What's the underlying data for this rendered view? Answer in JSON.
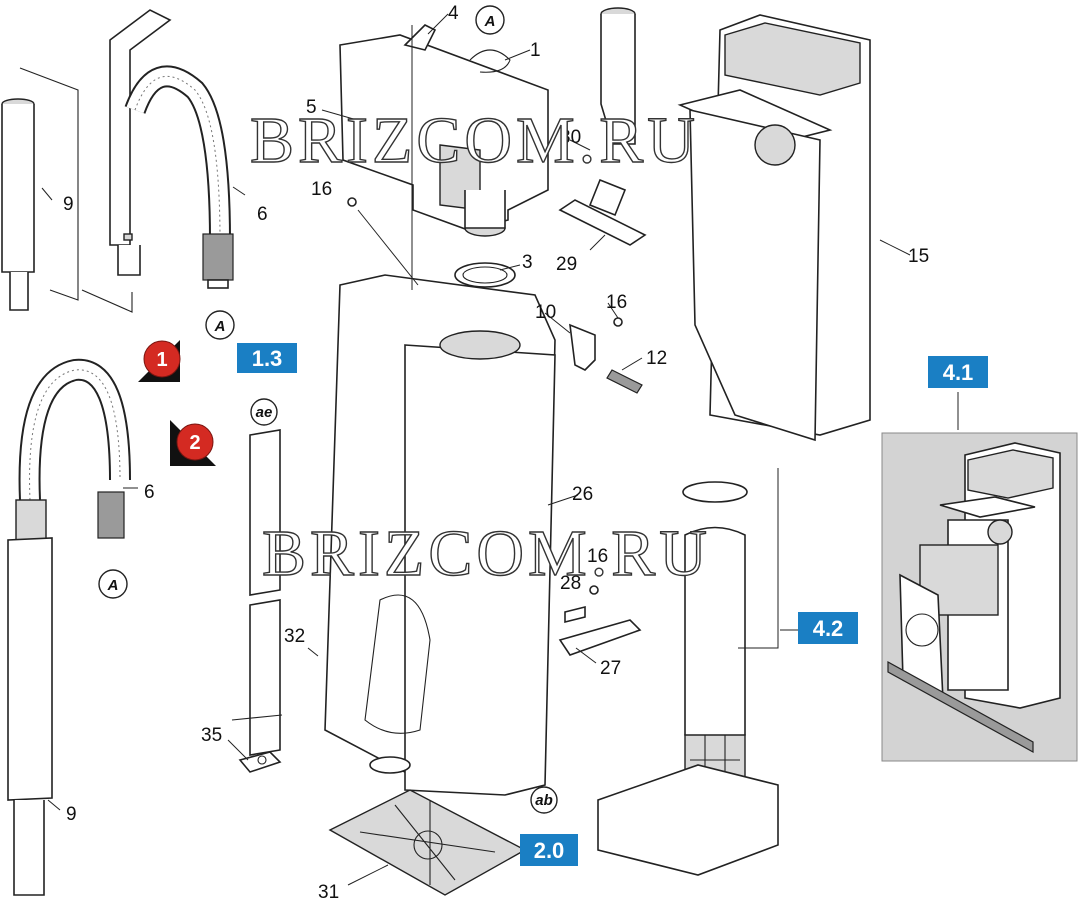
{
  "watermark": "BRIZCOM.RU",
  "part_labels": {
    "p1": "1",
    "p3": "3",
    "p4": "4",
    "p5": "5",
    "p6a": "6",
    "p6b": "6",
    "p9a": "9",
    "p9b": "9",
    "p10": "10",
    "p12": "12",
    "p15": "15",
    "p16a": "16",
    "p16b": "16",
    "p16c": "16",
    "p26": "26",
    "p27": "27",
    "p28": "28",
    "p29": "29",
    "p30": "30",
    "p31": "31",
    "p32": "32",
    "p35": "35"
  },
  "section_badges": {
    "b13": "1.3",
    "b20": "2.0",
    "b41": "4.1",
    "b42": "4.2"
  },
  "connector_marks": {
    "A": "A",
    "ae": "ae",
    "ab": "ab"
  },
  "variant_markers": {
    "v1": "1",
    "v2": "2"
  },
  "colors": {
    "badge_blue": "#1a7fc4",
    "marker_red": "#d42a22",
    "panel_grey": "#d3d3d3"
  }
}
